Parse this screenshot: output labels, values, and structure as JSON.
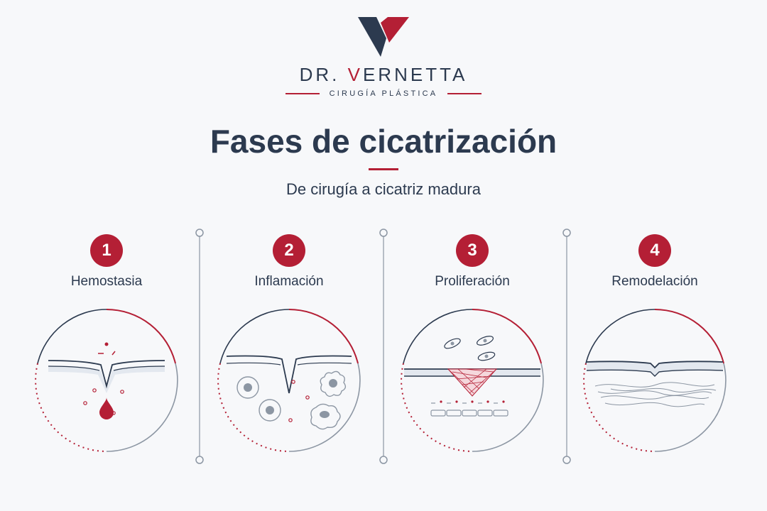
{
  "brand": {
    "name_prefix": "DR. ",
    "name_v": "V",
    "name_suffix": "ERNETTA",
    "tagline": "CIRUGÍA PLÁSTICA",
    "logo_icon": "v-chevron-logo"
  },
  "header": {
    "title": "Fases de cicatrización",
    "subtitle": "De cirugía a cicatriz madura"
  },
  "colors": {
    "accent": "#b41f35",
    "navy": "#2c3a4f",
    "gray": "#8c96a3",
    "background": "#f7f8fa"
  },
  "phases": [
    {
      "number": "1",
      "title": "Hemostasia",
      "icon": "blood-clot-wound-icon"
    },
    {
      "number": "2",
      "title": "Inflamación",
      "icon": "inflammatory-cells-icon"
    },
    {
      "number": "3",
      "title": "Proliferación",
      "icon": "collagen-network-icon"
    },
    {
      "number": "4",
      "title": "Remodelación",
      "icon": "mature-scar-icon"
    }
  ]
}
